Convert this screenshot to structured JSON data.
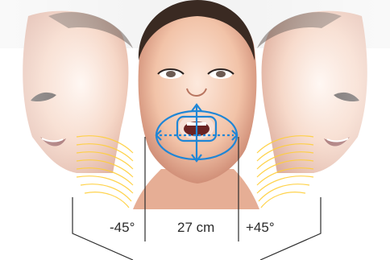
{
  "labels": {
    "left_angle": "-45°",
    "distance": "27 cm",
    "right_angle": "+45°"
  },
  "colors": {
    "background": "#ffffff",
    "skin": "#f2c3a8",
    "skin_shadow": "#c7806a",
    "hair": "#3a2a22",
    "measure_lines": "#ffcf3a",
    "mouth_guide": "#1f86d6",
    "leader_lines": "#2d2d2d"
  },
  "icons": {
    "mouth_guide": "four-way-arrows-ellipse-icon"
  }
}
